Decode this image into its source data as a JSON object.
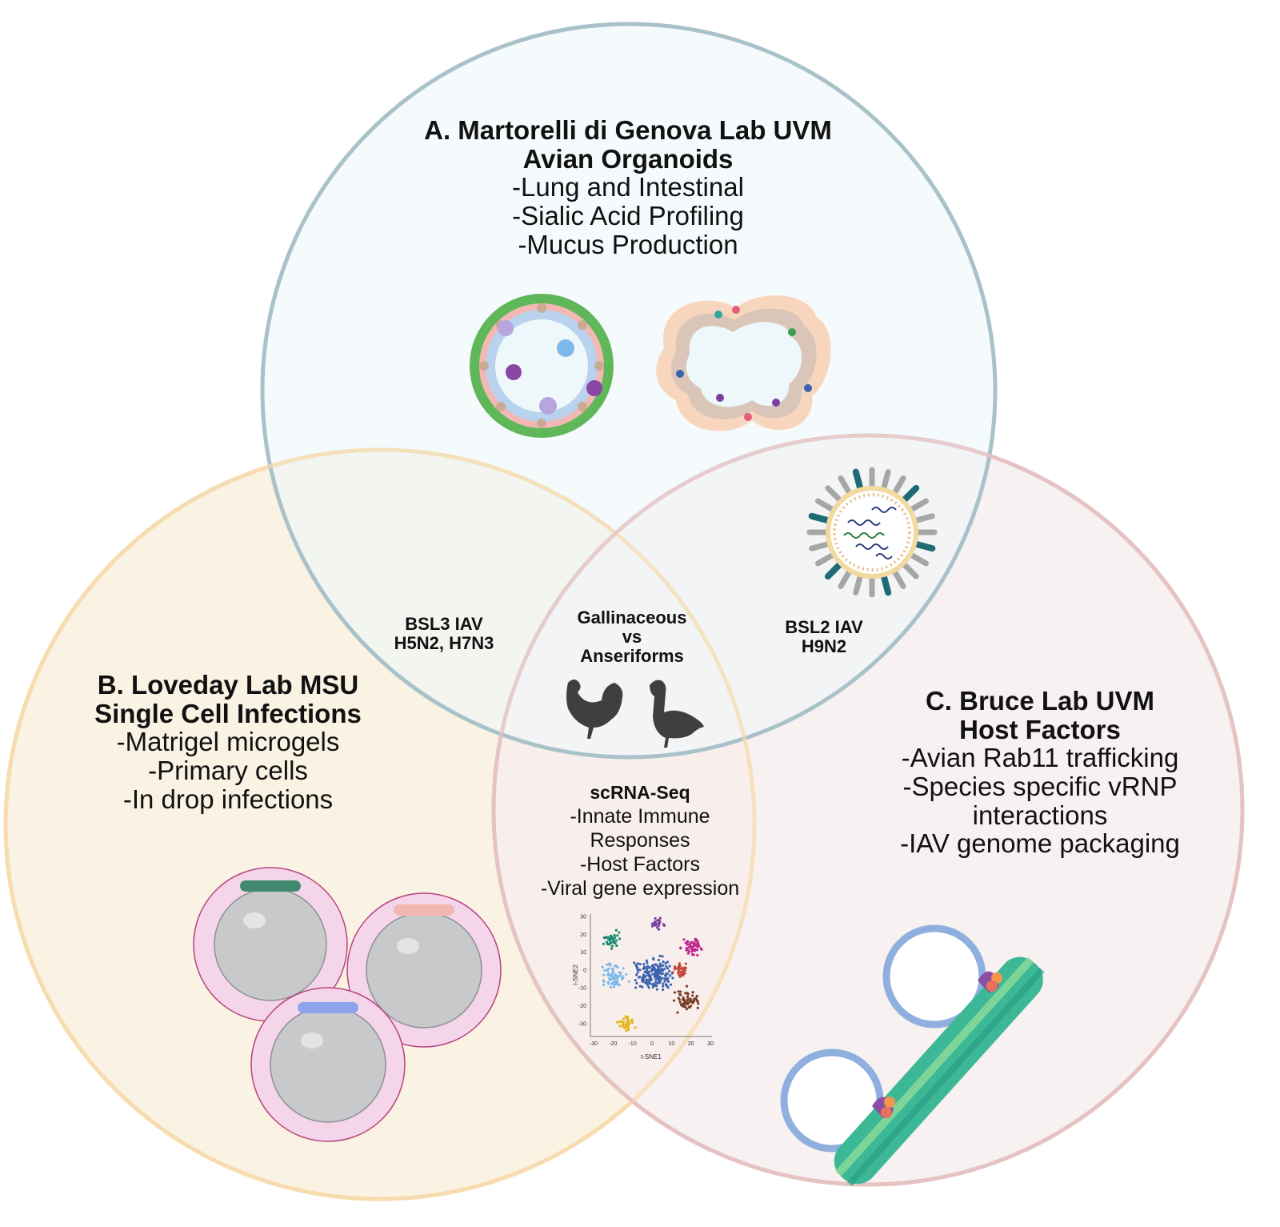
{
  "figure": {
    "type": "three-circle venn diagram",
    "colors": {
      "circle_a_fill": "#eef7fa",
      "circle_a_stroke": "#a9c2c9",
      "circle_b_fill": "#faf2e2",
      "circle_b_stroke": "#f6dcae",
      "circle_c_fill": "#f7efee",
      "circle_c_stroke": "#e6c3c3",
      "text": "#111111"
    }
  },
  "circles": {
    "a": {
      "title": "A. Martorelli di Genova Lab UVM",
      "subtitle": "Avian Organoids",
      "items": [
        "-Lung and Intestinal",
        "-Sialic Acid Profiling",
        "-Mucus Production"
      ],
      "illustrations": [
        "lung-organoid-icon",
        "intestinal-organoid-icon"
      ]
    },
    "b": {
      "title": "B. Loveday Lab MSU",
      "subtitle": "Single Cell Infections",
      "items": [
        "-Matrigel microgels",
        "-Primary cells",
        "-In drop infections"
      ],
      "illustrations": [
        "microgel-cell-icon"
      ]
    },
    "c": {
      "title": "C. Bruce Lab UVM",
      "subtitle": "Host Factors",
      "items": [
        "-Avian Rab11 trafficking",
        "-Species specific vRNP",
        "interactions",
        "-IAV genome packaging"
      ],
      "illustrations": [
        "vesicle-microtubule-icon"
      ]
    }
  },
  "overlaps": {
    "ab": {
      "lines": [
        "BSL3 IAV",
        "H5N2, H7N3"
      ]
    },
    "ac": {
      "lines": [
        "BSL2 IAV",
        "H9N2"
      ],
      "illustration": "influenza-virion-icon"
    },
    "abc": {
      "lines": [
        "Gallinaceous",
        "vs",
        "Anseriforms"
      ],
      "illustrations": [
        "chicken-icon",
        "duck-icon"
      ]
    },
    "bc": {
      "title": "scRNA-Seq",
      "items": [
        "-Innate Immune",
        "Responses",
        "-Host Factors",
        "-Viral gene expression"
      ]
    }
  },
  "chart_data": {
    "type": "scatter",
    "title": "",
    "xlabel": "t-SNE1",
    "ylabel": "t-SNE2",
    "xlim": [
      -30,
      30
    ],
    "ylim": [
      -35,
      30
    ],
    "xticks": [
      "-30",
      "-20",
      "-10",
      "0",
      "10",
      "20",
      "30"
    ],
    "yticks": [
      "30",
      "20",
      "10",
      "0",
      "-10",
      "-20",
      "-30"
    ],
    "grid": false,
    "clusters": [
      {
        "name": "teal",
        "color": "#1f8a72",
        "center": [
          -20,
          17
        ],
        "spread": 3.5,
        "n": 40
      },
      {
        "name": "light-blue",
        "color": "#7db9e8",
        "center": [
          -19,
          -3
        ],
        "spread": 5,
        "n": 70
      },
      {
        "name": "blue",
        "color": "#3b64b0",
        "center": [
          1,
          -2
        ],
        "spread": 7,
        "n": 180
      },
      {
        "name": "purple",
        "color": "#7b3fa0",
        "center": [
          3,
          26
        ],
        "spread": 3,
        "n": 25
      },
      {
        "name": "magenta",
        "color": "#c0278f",
        "center": [
          21,
          13
        ],
        "spread": 4,
        "n": 55
      },
      {
        "name": "red",
        "color": "#c2463c",
        "center": [
          15,
          0
        ],
        "spread": 3,
        "n": 35
      },
      {
        "name": "brown",
        "color": "#7a3f26",
        "center": [
          18,
          -17
        ],
        "spread": 5,
        "n": 60
      },
      {
        "name": "gold",
        "color": "#e6b820",
        "center": [
          -13,
          -30
        ],
        "spread": 3,
        "n": 40
      }
    ]
  }
}
